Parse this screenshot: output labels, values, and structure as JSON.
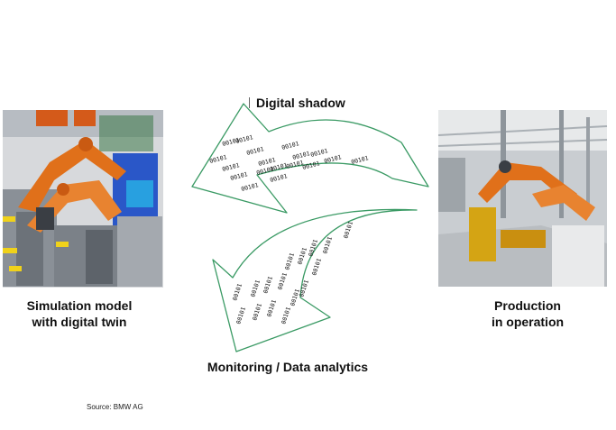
{
  "labels": {
    "digital_shadow": "Digital shadow",
    "monitoring": "Monitoring / Data analytics",
    "sim_line1": "Simulation model",
    "sim_line2": "with digital twin",
    "prod_line1": "Production",
    "prod_line2": "in operation",
    "source": "Source: BMW AG"
  },
  "binary_token": "00101",
  "colors": {
    "arrow_stroke": "#3a9a64",
    "robot_orange": "#e0701a",
    "sim_grey": "#9aa0a8"
  }
}
